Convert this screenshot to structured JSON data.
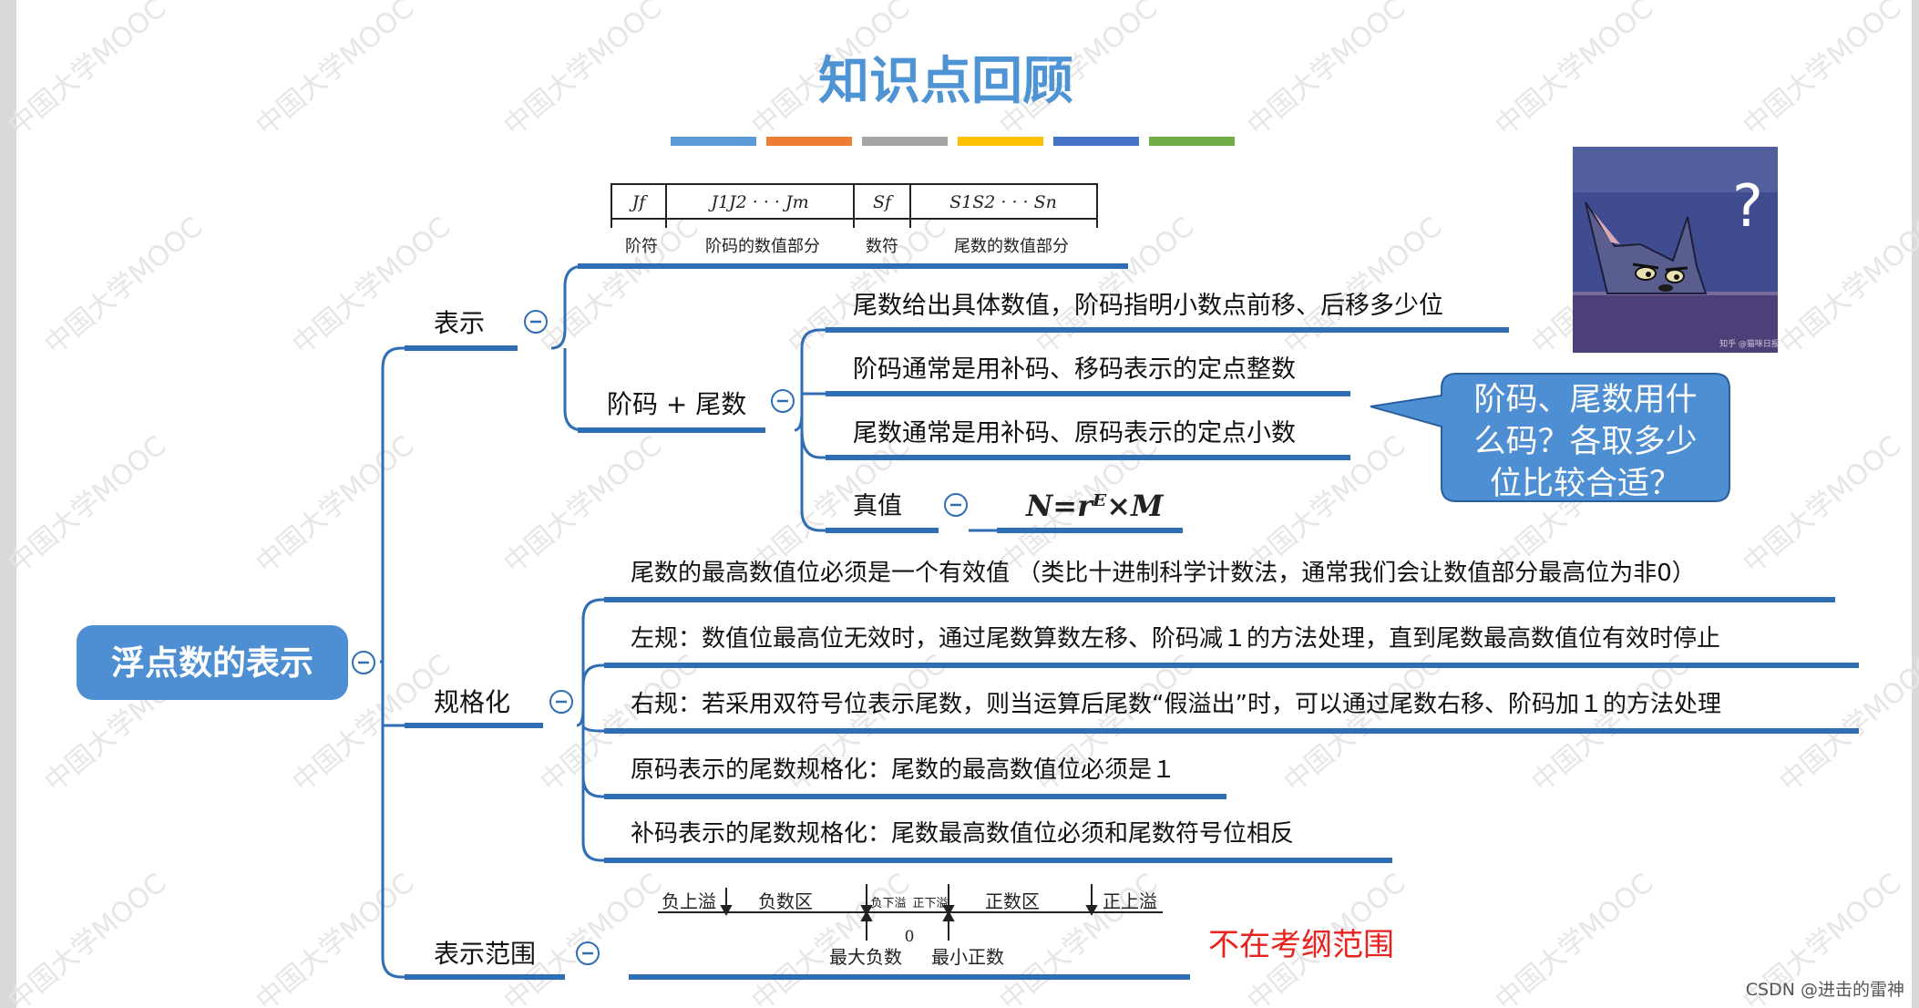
{
  "title": "知识点回顾",
  "title_bar_colors": [
    "#5b9bd5",
    "#ed7d31",
    "#a5a5a5",
    "#ffc000",
    "#4472c4",
    "#70ad47"
  ],
  "watermark": "中国大学MOOC",
  "root": {
    "label": "浮点数的表示"
  },
  "format_diagram": {
    "cells": [
      "Jf",
      "J1J2 · · · Jm",
      "Sf",
      "S1S2 · · · Sn"
    ],
    "captions": [
      "阶符",
      "阶码的数值部分",
      "数符",
      "尾数的数值部分"
    ]
  },
  "branches": {
    "repr": {
      "label": "表示",
      "sub": {
        "label": "阶码 + 尾数",
        "items": [
          "尾数给出具体数值，阶码指明小数点前移、后移多少位",
          "阶码通常是用补码、移码表示的定点整数",
          "尾数通常是用补码、原码表示的定点小数"
        ],
        "truth": {
          "label": "真值",
          "formula": "N=rᴱ×M"
        }
      }
    },
    "norm": {
      "label": "规格化",
      "items": [
        "尾数的最高数值位必须是一个有效值 （类比十进制科学计数法，通常我们会让数值部分最高位为非0）",
        "左规：数值位最高位无效时，通过尾数算数左移、阶码减１的方法处理，直到尾数最高数值位有效时停止",
        "右规：若采用双符号位表示尾数，则当运算后尾数“假溢出”时，可以通过尾数右移、阶码加１的方法处理",
        "原码表示的尾数规格化：尾数的最高数值位必须是１",
        "补码表示的尾数规格化：尾数最高数值位必须和尾数符号位相反"
      ]
    },
    "range": {
      "label": "表示范围",
      "axis": {
        "neg_overflow": "负上溢",
        "neg_zone": "负数区",
        "neg_underflow": "负下溢",
        "pos_underflow": "正下溢",
        "pos_zone": "正数区",
        "pos_overflow": "正上溢",
        "zero": "0",
        "max_neg": "最大负数",
        "min_pos": "最小正数"
      },
      "note": "不在考纲范围"
    }
  },
  "callout": {
    "lines": [
      "阶码、尾数用什",
      "么码？各取多少",
      "位比较合适？"
    ]
  },
  "meme": {
    "mark": "?",
    "caption": "知乎 @猫咪日报"
  },
  "footer": "CSDN @进击的雷神"
}
